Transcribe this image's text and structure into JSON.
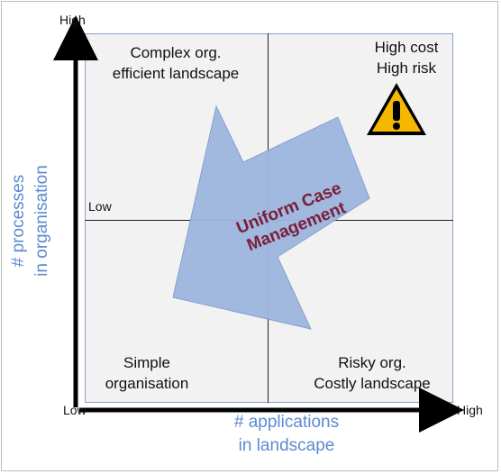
{
  "axes": {
    "y_high": "High",
    "y_low": "Low",
    "x_low": "Low",
    "x_high": "High",
    "y_title_line1": "# processes",
    "y_title_line2": "in organisation",
    "x_title_line1": "# applications",
    "x_title_line2": "in landscape"
  },
  "quadrants": {
    "top_left_line1": "Complex org.",
    "top_left_line2": "efficient landscape",
    "top_right_line1": "High cost",
    "top_right_line2": "High risk",
    "bottom_left_line1": "Simple",
    "bottom_left_line2": "organisation",
    "bottom_right_line1": "Risky org.",
    "bottom_right_line2": "Costly landscape"
  },
  "arrow": {
    "line1": "Uniform Case",
    "line2": "Management"
  },
  "icons": {
    "warning": "warning-icon"
  },
  "colors": {
    "axis_title": "#5b8bd0",
    "arrow_fill": "#9eb6df",
    "arrow_text": "#7a1e3a",
    "warning_fill": "#f5b800"
  }
}
